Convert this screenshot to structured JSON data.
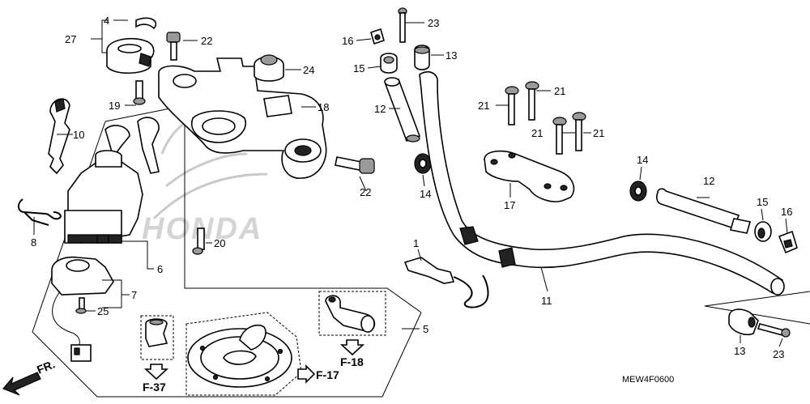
{
  "callouts": [
    {
      "id": "c4",
      "text": "4"
    },
    {
      "id": "c27",
      "text": "27"
    },
    {
      "id": "c22a",
      "text": "22"
    },
    {
      "id": "c24",
      "text": "24"
    },
    {
      "id": "c19",
      "text": "19"
    },
    {
      "id": "c18",
      "text": "18"
    },
    {
      "id": "c10",
      "text": "10"
    },
    {
      "id": "c22b",
      "text": "22"
    },
    {
      "id": "c8",
      "text": "8"
    },
    {
      "id": "c20",
      "text": "20"
    },
    {
      "id": "c6",
      "text": "6"
    },
    {
      "id": "c7",
      "text": "7"
    },
    {
      "id": "c25",
      "text": "25"
    },
    {
      "id": "c5",
      "text": "5"
    },
    {
      "id": "c23a",
      "text": "23"
    },
    {
      "id": "c16a",
      "text": "16"
    },
    {
      "id": "c13a",
      "text": "13"
    },
    {
      "id": "c15a",
      "text": "15"
    },
    {
      "id": "c12a",
      "text": "12"
    },
    {
      "id": "c14a",
      "text": "14"
    },
    {
      "id": "c21a",
      "text": "21"
    },
    {
      "id": "c21b",
      "text": "21"
    },
    {
      "id": "c21c",
      "text": "21"
    },
    {
      "id": "c21d",
      "text": "21"
    },
    {
      "id": "c17",
      "text": "17"
    },
    {
      "id": "c14b",
      "text": "14"
    },
    {
      "id": "c12b",
      "text": "12"
    },
    {
      "id": "c15b",
      "text": "15"
    },
    {
      "id": "c16b",
      "text": "16"
    },
    {
      "id": "c1",
      "text": "1"
    },
    {
      "id": "c11",
      "text": "11"
    },
    {
      "id": "c13b",
      "text": "13"
    },
    {
      "id": "c23b",
      "text": "23"
    }
  ],
  "references": {
    "f37": "F-37",
    "f17": "F-17",
    "f18": "F-18",
    "front": "FR."
  },
  "watermark": "HONDA",
  "diagram_code": "MEW4F0600"
}
